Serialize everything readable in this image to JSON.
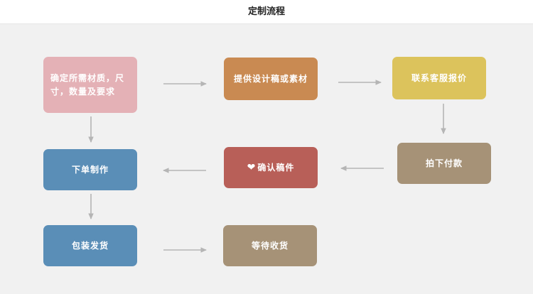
{
  "header": {
    "title": "定制流程"
  },
  "colors": {
    "pink": "#e4b1b6",
    "orange": "#c98a52",
    "yellow": "#dcc35c",
    "taupe": "#a69277",
    "blue": "#5a8eb7",
    "red": "#b85f58",
    "arrow": "#b5b5b5"
  },
  "steps": {
    "confirm_needs": "确定所需材质，尺寸，数量及要求",
    "provide_material": "提供设计稿或素材",
    "contact_service": "联系客服报价",
    "pay": "拍下付款",
    "confirm_draft": "确认稿件",
    "place_order": "下单制作",
    "package_ship": "包装发货",
    "wait_receive": "等待收货"
  }
}
